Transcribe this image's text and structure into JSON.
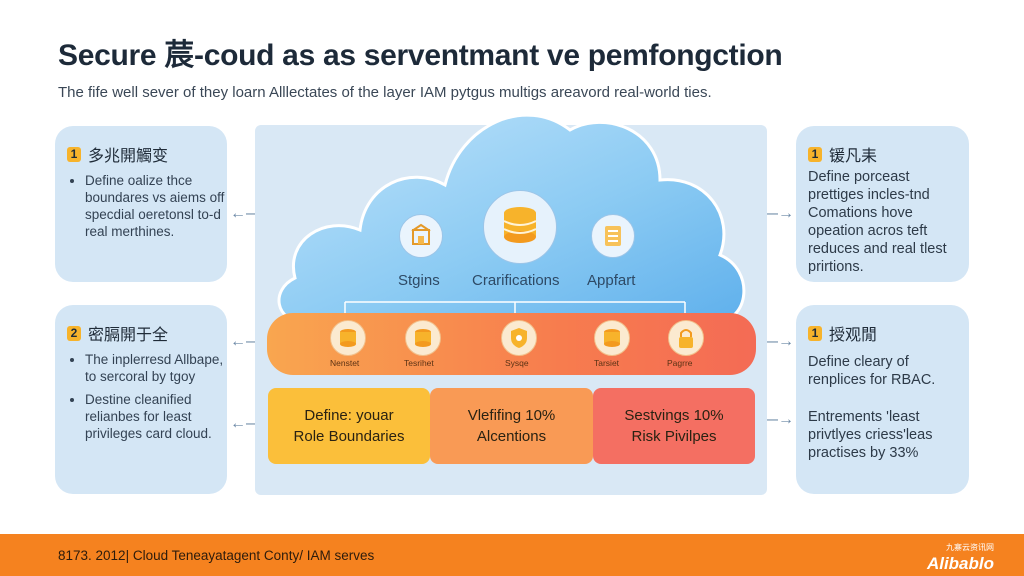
{
  "header": {
    "title": "Secure 莀-coud as as serventmant ve pemfongction",
    "subtitle": "The fife well sever of they loarn Alllectates of the layer IAM pytgus multigs areavord real-world ties."
  },
  "left_panels": [
    {
      "number": "1",
      "heading": "多兆開觸变",
      "bullets": [
        "Define oalize thce boundares vs aiems off specdial oeretonsl to-d real merthines."
      ]
    },
    {
      "number": "2",
      "heading": "密膈開于全",
      "bullets": [
        "The inplerresd Allbape, to sercoral by tgoy",
        "Destine cleanified relianbes for least privileges card cloud."
      ]
    }
  ],
  "right_panels": [
    {
      "number": "1",
      "heading": "锾凡耒",
      "text": "Define porceast prettiges incles-tnd Comations hove opeation acros teft reduces and real tlest prirtions."
    },
    {
      "number": "1",
      "heading": "授观閒",
      "text1": "Define cleary of renplices for RBAC.",
      "text2": "Entrements 'least privtlyes criess'leas practises by 33%"
    }
  ],
  "cloud": {
    "labels": [
      "Stgins",
      "Crarifications",
      "Appfart"
    ],
    "icons": [
      "building-icon",
      "database-icon",
      "document-icon"
    ]
  },
  "band": {
    "items": [
      {
        "icon": "database-icon",
        "label": "Nenstet"
      },
      {
        "icon": "database-icon",
        "label": "Tesrihet"
      },
      {
        "icon": "shield-icon",
        "label": "Sysqe"
      },
      {
        "icon": "database-icon",
        "label": "Tarsiet"
      },
      {
        "icon": "lock-icon",
        "label": "Pagrre"
      }
    ]
  },
  "boxes": [
    {
      "line1": "Define: youar",
      "line2": "Role Boundaries",
      "color": "#fbbf3a"
    },
    {
      "line1": "Vlefifing 10%",
      "line2": "Alcentions",
      "color": "#f99a55"
    },
    {
      "line1": "Sestvings 10%",
      "line2": "Risk Pivilpes",
      "color": "#f46f62"
    }
  ],
  "footer": {
    "text": "8173. 2012| Cloud Teneayatagent Conty/ IAM serves",
    "logo_small": "九寨云资讯网",
    "logo_big": "Alibablo"
  },
  "colors": {
    "accent": "#f5821f",
    "panel": "#d4e6f5",
    "cloud": "#7cc2f0",
    "badge": "#f7b32b"
  }
}
